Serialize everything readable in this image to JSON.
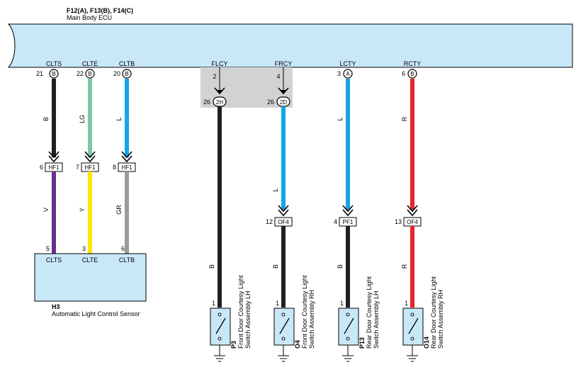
{
  "ecu": {
    "connectors": "F12(A), F13(B), F14(C)",
    "name": "Main Body ECU",
    "body_color": "#c8e8f8"
  },
  "sensor": {
    "code": "H3",
    "name": "Automatic Light Control Sensor",
    "body_color": "#c8e8f8"
  },
  "wire_colors": {
    "B": "#231f20",
    "LG": "#7dcaa1",
    "L": "#14a6e6",
    "R": "#e8242a",
    "V": "#6a2c91",
    "Y": "#ffe500",
    "GR": "#9b9b9b"
  },
  "circuits": [
    {
      "id": "clts",
      "signal": "CLTS",
      "ecu_pin": "21",
      "ecu_conn": "B",
      "upper_wire": "B",
      "junction": {
        "pin": "6",
        "name": "HF1"
      },
      "lower_wire": "V",
      "sensor_pin": "5",
      "sensor_terminal": "CLTS"
    },
    {
      "id": "clte",
      "signal": "CLTE",
      "ecu_pin": "22",
      "ecu_conn": "B",
      "upper_wire": "LG",
      "junction": {
        "pin": "7",
        "name": "HF1"
      },
      "lower_wire": "Y",
      "sensor_pin": "3",
      "sensor_terminal": "CLTE"
    },
    {
      "id": "cltb",
      "signal": "CLTB",
      "ecu_pin": "20",
      "ecu_conn": "B",
      "upper_wire": "L",
      "junction": {
        "pin": "8",
        "name": "HF1"
      },
      "lower_wire": "GR",
      "sensor_pin": "6",
      "sensor_terminal": "CLTB"
    },
    {
      "id": "flcy",
      "signal": "FLCY",
      "ecu_pin": "2",
      "inline": {
        "pin": "26",
        "name": "2H"
      },
      "upper_wire": "B",
      "lower_wire": "B",
      "switch": {
        "pin": "1",
        "code": "P3",
        "name_line1": "Front Door Courtesy Light",
        "name_line2": "Switch Assembly LH"
      }
    },
    {
      "id": "frcy",
      "signal": "FRCY",
      "ecu_pin": "4",
      "inline": {
        "pin": "26",
        "name": "2D"
      },
      "upper_wire": "L",
      "junction": {
        "pin": "12",
        "name": "OF4"
      },
      "lower_wire": "B",
      "switch": {
        "pin": "1",
        "code": "O4",
        "name_line1": "Front Door Courtesy Light",
        "name_line2": "Switch Assembly RH"
      }
    },
    {
      "id": "lcty",
      "signal": "LCTY",
      "ecu_pin": "3",
      "ecu_conn": "A",
      "upper_wire": "L",
      "junction": {
        "pin": "4",
        "name": "PF1"
      },
      "lower_wire": "B",
      "switch": {
        "pin": "1",
        "code": "P13",
        "name_line1": "Rear Door Courtesy Light",
        "name_line2": "Switch Assembly LH"
      }
    },
    {
      "id": "rcty",
      "signal": "RCTY",
      "ecu_pin": "6",
      "ecu_conn": "B",
      "upper_wire": "R",
      "junction": {
        "pin": "13",
        "name": "OF4"
      },
      "lower_wire": "R",
      "switch": {
        "pin": "1",
        "code": "O14",
        "name_line1": "Rear Door Courtesy Light",
        "name_line2": "Switch Assembly RH"
      }
    }
  ]
}
